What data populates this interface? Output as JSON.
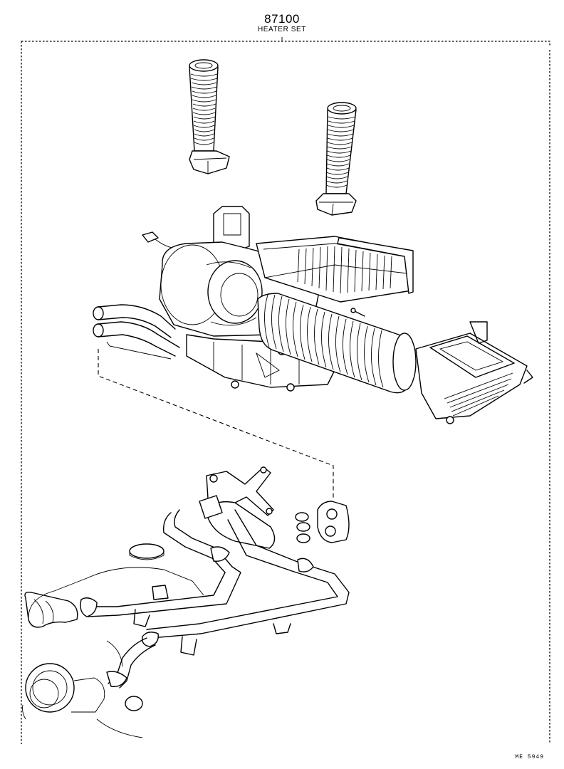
{
  "header": {
    "part_number": "87100",
    "part_name": "HEATER SET"
  },
  "footer": {
    "drawing_code": "ME 5949"
  }
}
